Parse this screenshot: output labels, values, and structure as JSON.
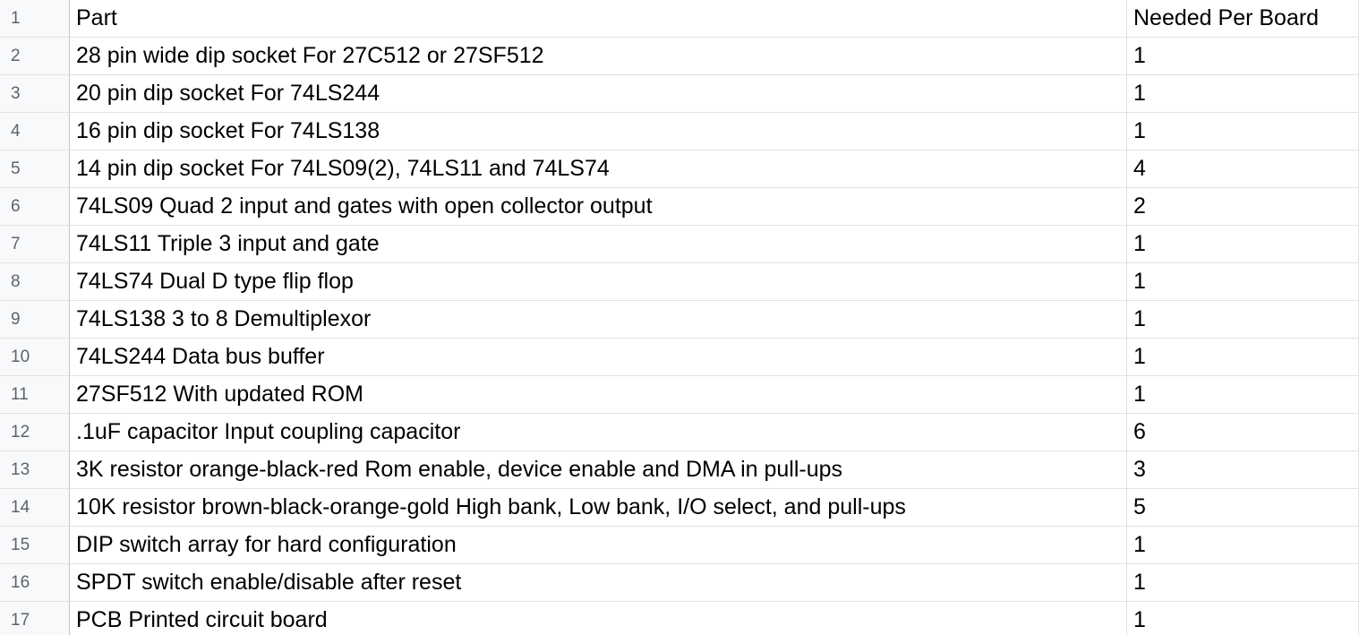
{
  "header": {
    "row_number": "1",
    "part_label": "Part",
    "qty_label": "Needed Per Board"
  },
  "rows": [
    {
      "num": "2",
      "part": "28 pin wide dip socket For 27C512 or 27SF512",
      "qty": "1"
    },
    {
      "num": "3",
      "part": "20 pin dip socket For 74LS244",
      "qty": "1"
    },
    {
      "num": "4",
      "part": "16 pin dip socket For 74LS138",
      "qty": "1"
    },
    {
      "num": "5",
      "part": "14 pin dip socket For 74LS09(2), 74LS11 and 74LS74",
      "qty": "4"
    },
    {
      "num": "6",
      "part": "74LS09 Quad 2 input and gates with open collector output",
      "qty": "2"
    },
    {
      "num": "7",
      "part": "74LS11 Triple 3 input and gate",
      "qty": "1"
    },
    {
      "num": "8",
      "part": "74LS74 Dual D type flip flop",
      "qty": "1"
    },
    {
      "num": "9",
      "part": "74LS138 3 to 8 Demultiplexor",
      "qty": "1"
    },
    {
      "num": "10",
      "part": "74LS244 Data bus buffer",
      "qty": "1"
    },
    {
      "num": "11",
      "part": "27SF512 With updated ROM",
      "qty": "1"
    },
    {
      "num": "12",
      "part": ".1uF capacitor Input coupling capacitor",
      "qty": "6"
    },
    {
      "num": "13",
      "part": "3K resistor orange-black-red Rom enable, device enable and DMA in pull-ups",
      "qty": "3"
    },
    {
      "num": "14",
      "part": "10K resistor brown-black-orange-gold High bank, Low bank, I/O select, and pull-ups",
      "qty": "5"
    },
    {
      "num": "15",
      "part": "DIP switch array for hard configuration",
      "qty": "1"
    },
    {
      "num": "16",
      "part": "SPDT switch enable/disable after reset",
      "qty": "1"
    },
    {
      "num": "17",
      "part": "PCB Printed circuit board",
      "qty": "1"
    }
  ]
}
